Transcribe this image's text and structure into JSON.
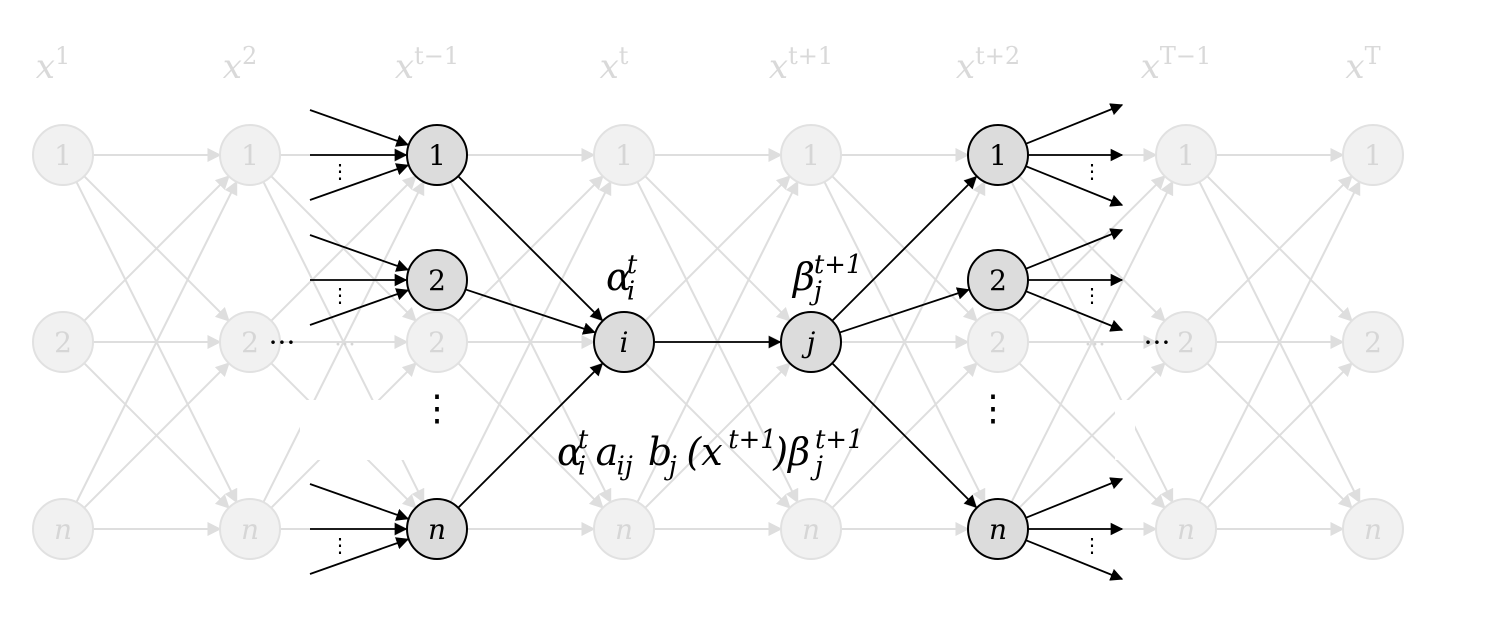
{
  "columns": [
    {
      "base": "x",
      "sup": "1"
    },
    {
      "base": "x",
      "sup": "2"
    },
    {
      "base": "x",
      "sup": "t−1"
    },
    {
      "base": "x",
      "sup": "t"
    },
    {
      "base": "x",
      "sup": "t+1"
    },
    {
      "base": "x",
      "sup": "t+2"
    },
    {
      "base": "x",
      "sup": "T−1"
    },
    {
      "base": "x",
      "sup": "T"
    }
  ],
  "node_labels": {
    "state_1": "1",
    "state_2": "2",
    "state_n": "n",
    "node_i": "i",
    "node_j": "j"
  },
  "annotations": {
    "alpha": {
      "base": "α",
      "sup": "t",
      "sub": "i"
    },
    "beta": {
      "base": "β",
      "sup": "t+1",
      "sub": "j"
    },
    "formula": [
      {
        "base": "α",
        "sup": "t",
        "sub": "i"
      },
      {
        "base": "a",
        "sup": "",
        "sub": "ij"
      },
      {
        "base": "b",
        "sup": "",
        "sub": "j"
      },
      {
        "base": "(x",
        "sup": "t+1",
        "sub": ""
      },
      {
        "base": ")β",
        "sup": "t+1",
        "sub": "j"
      }
    ]
  },
  "ellipsis": {
    "horizontal": "···",
    "vertical": "⋮"
  },
  "colors": {
    "active_fill": "#dcdcdc",
    "faded_fill": "#f1f1f1",
    "faded_stroke": "#e1e1e1",
    "faded_text": "#d6d6d6",
    "active_stroke": "#000000"
  }
}
